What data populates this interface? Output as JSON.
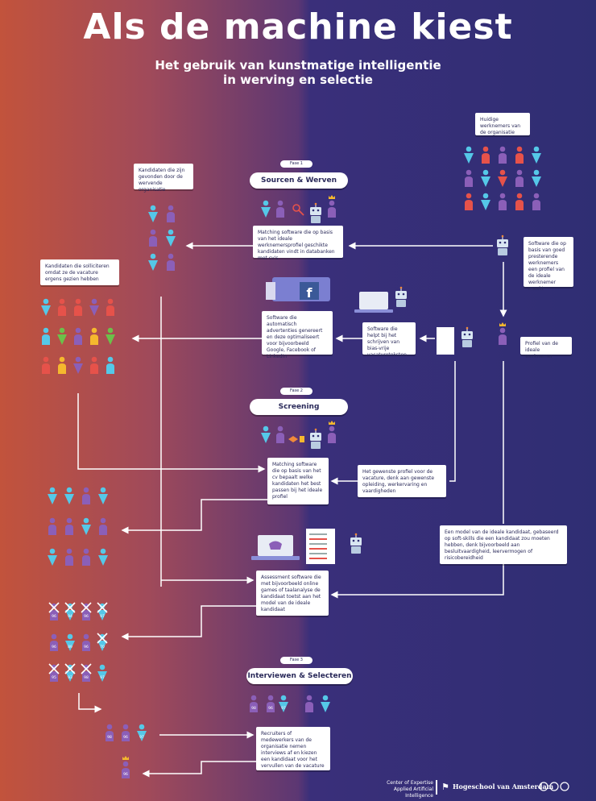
{
  "title": "Als de machine kiest",
  "subtitle_line1": "Het gebruik van kunstmatige intelligentie",
  "subtitle_line2": "in werving en selectie",
  "phases": [
    {
      "tag": "Fase 1",
      "label": "Sourcen & Werven"
    },
    {
      "tag": "Fase 2",
      "label": "Screening"
    },
    {
      "tag": "Fase 3",
      "label": "Interviewen & Selecteren"
    }
  ],
  "boxes": {
    "current_employees": "Huidige werknemers van de organisatie",
    "found_candidates": "Kandidaten die zijn gevonden door de wervende organisatie",
    "matching_sourcing": "Matching software die op basis van het ideale werknemersprofiel geschikte kandidaten vindt in databanken met cv's",
    "software_profile": "Software die op basis van goed presterende werknemers een profiel van de ideale werknemer maakt",
    "applicants": "Kandidaten die solliciteren omdat ze de vacature ergens gezien hebben",
    "ads_software": "Software die automatisch advertenties genereert en deze optimaliseert voor bijvoorbeeld Google, Facebook of LinkedIn",
    "bias_free": "Software die helpt bij het schrijven van bias-vrije vacatureteksten",
    "ideal_profile": "Profiel van de ideale werknemer",
    "matching_screening": "Matching software die op basis van het cv bepaalt welke kandidaten het best passen bij het ideale profiel",
    "desired_profile": "Het gewenste profiel voor de vacature, denk aan gewenste opleiding, werkervaring en vaardigheden",
    "model_ideal": "Een model van de ideale kandidaat, gebaseerd op soft-skills die een kandidaat zou moeten hebben, denk bijvoorbeeld aan besluitvaardigheid, leervermogen of risicobereidheid",
    "assessment": "Assessment software die met bijvoorbeeld online games of taalanalyse de kandidaat toetst aan het model van de ideale kandidaat",
    "recruiters": "Recruiters of medewerkers van de organisatie nemen interviews af en kiezen een kandidaat voor het vervullen van de vacature"
  },
  "scores_grid": [
    "96",
    "94",
    "96",
    "97",
    "96",
    "89",
    "96",
    "70",
    "95",
    "93",
    "98",
    "97"
  ],
  "finalists": [
    "98",
    "96",
    "97"
  ],
  "winner": "96",
  "footer": {
    "coe_line1": "Center of Expertise",
    "coe_line2": "Applied Artificial Intelligence",
    "school": "Hogeschool van Amsterdam"
  },
  "colors": {
    "navy": "#2f2e73",
    "red": "#e6524a",
    "orange": "#f08a3a",
    "yellow": "#f5b82e",
    "cyan": "#55c8e8",
    "purple": "#8b5fb8",
    "green": "#6cc04a",
    "white": "#ffffff"
  }
}
